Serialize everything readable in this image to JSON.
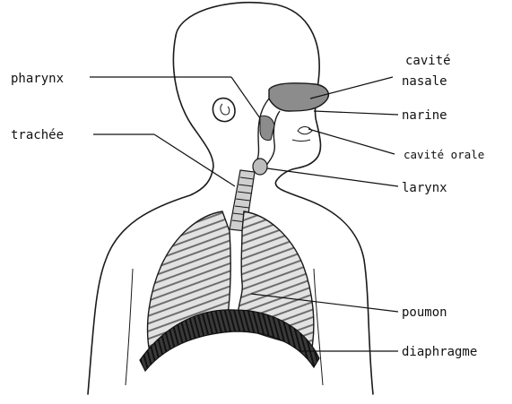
{
  "labels": {
    "pharynx": "pharynx",
    "trachee": "trachée",
    "cavite_nasale_line1": "cavité",
    "cavite_nasale_line2": "nasale",
    "narine": "narine",
    "cavite_orale": "cavité orale",
    "larynx": "larynx",
    "poumon": "poumon",
    "diaphragme": "diaphragme"
  },
  "colors": {
    "ink": "#111111",
    "nasal_fill": "#8c8c8c",
    "lung_fill": "#d9d9d9",
    "lung_stripe": "#7a7a7a",
    "diaphragm": "#2b2b2b"
  }
}
